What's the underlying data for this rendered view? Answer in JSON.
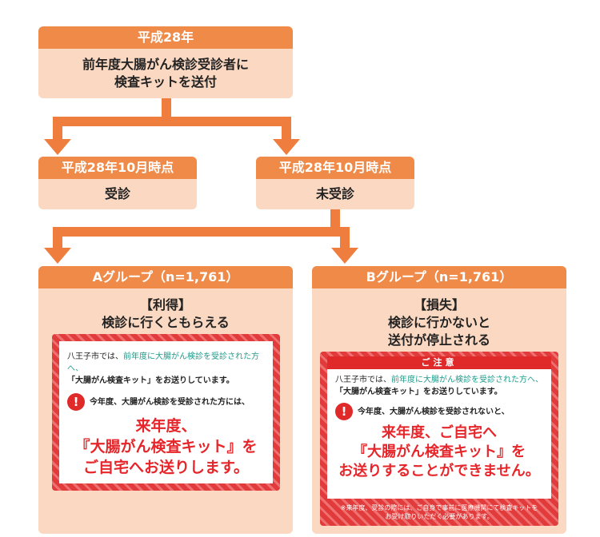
{
  "top": {
    "header": "平成28年",
    "body_line1": "前年度大腸がん検診受診者に",
    "body_line2": "検査キットを送付"
  },
  "left_mid": {
    "header": "平成28年10月時点",
    "body": "受診"
  },
  "right_mid": {
    "header": "平成28年10月時点",
    "body": "未受診"
  },
  "group_a": {
    "header": "Aグループ（n=1,761）",
    "tag": "【利得】",
    "desc": "検診に行くともらえる",
    "card": {
      "line1_pre": "八王子市では、",
      "line1_hl": "前年度に大腸がん検診を受診された方へ、",
      "line2": "「大腸がん検査キット」をお送りしています。",
      "alert": "今年度、大腸がん検診を受診された方には、",
      "big1": "来年度、",
      "big2": "『大腸がん検査キット』を",
      "big3": "ご自宅へお送りします。"
    }
  },
  "group_b": {
    "header": "Bグループ（n=1,761）",
    "tag": "【損失】",
    "desc1": "検診に行かないと",
    "desc2": "送付が停止される",
    "card": {
      "title": "ご注意",
      "line1_pre": "八王子市では、",
      "line1_hl": "前年度に大腸がん検診を受診された方へ、",
      "line2": "「大腸がん検査キット」をお送りしています。",
      "alert": "今年度、大腸がん検診を受診されないと、",
      "big1": "来年度、ご自宅へ",
      "big2": "『大腸がん検査キット』を",
      "big3": "お送りすることができません。",
      "footnote1": "※来年度、受診の際には、ご自身で事前に医療機関にて検査キットを",
      "footnote2": "お受け取りいただく必要があります。"
    }
  }
}
